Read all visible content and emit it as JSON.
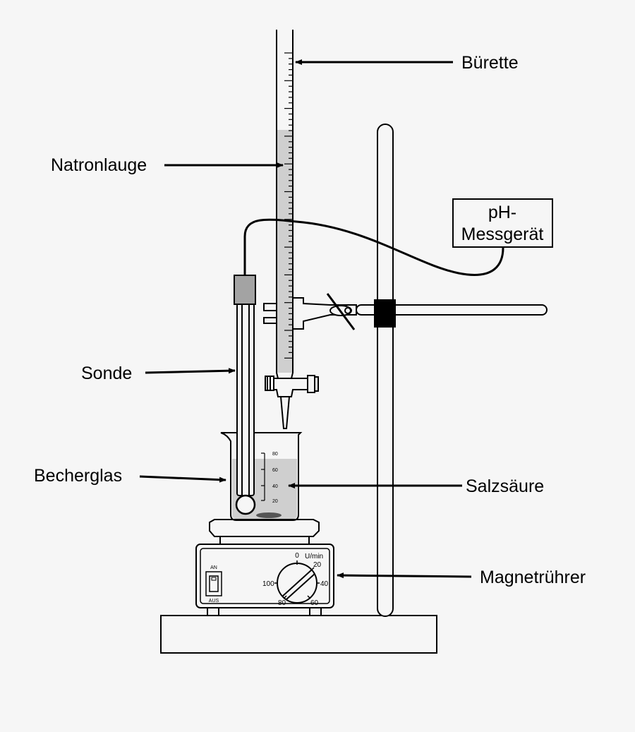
{
  "labels": {
    "burette": "Bürette",
    "sodium_hydroxide": "Natronlauge",
    "ph_meter_line1": "pH-",
    "ph_meter_line2": "Messgerät",
    "probe": "Sonde",
    "beaker": "Becherglas",
    "hydrochloric_acid": "Salzsäure",
    "magnetic_stirrer": "Magnetrührer"
  },
  "beaker_scale": [
    "80",
    "60",
    "40",
    "20"
  ],
  "stirrer": {
    "switch_on": "AN",
    "switch_off": "AUS",
    "unit": "U/min",
    "dial_values": [
      "0",
      "20",
      "40",
      "60",
      "80",
      "100"
    ]
  },
  "colors": {
    "background": "#f6f6f6",
    "liquid": "#cfcfcf",
    "probe_head": "#a3a3a3",
    "clamp_block": "#000000",
    "outline": "#000000"
  }
}
